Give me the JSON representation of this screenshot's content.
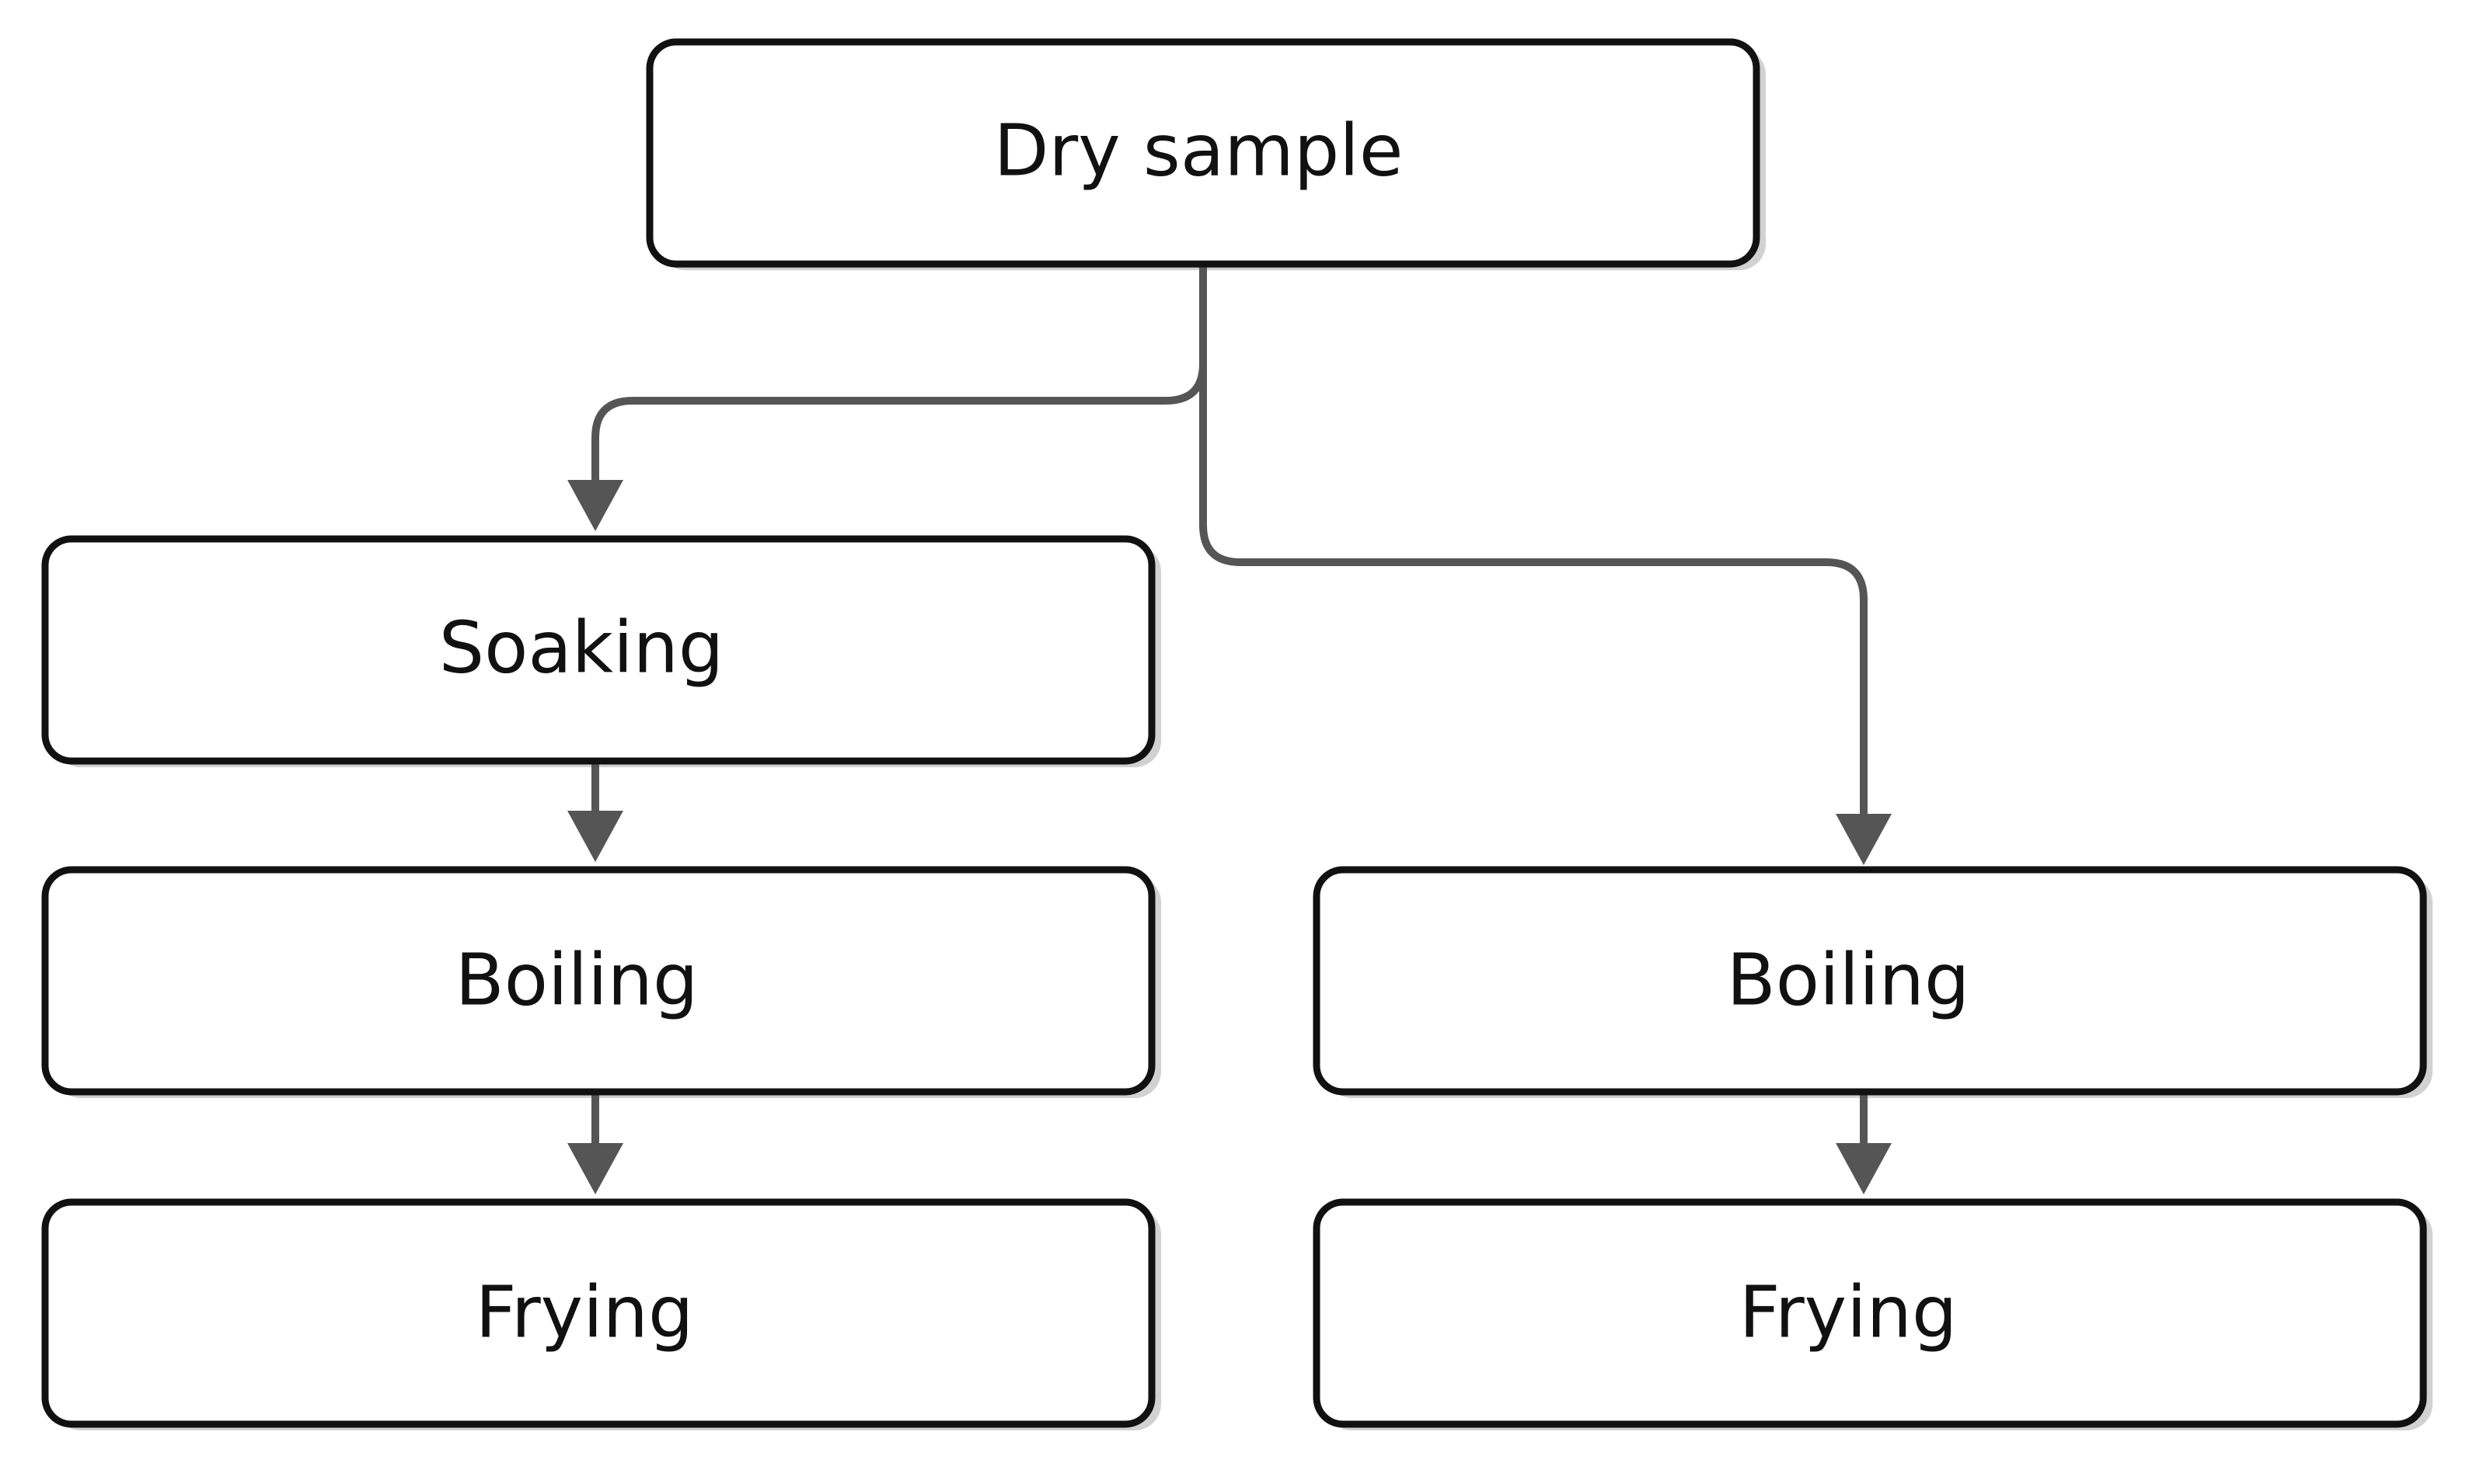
{
  "diagram": {
    "type": "flowchart",
    "nodes": [
      {
        "id": "dry-sample",
        "label": "Dry sample"
      },
      {
        "id": "soaking",
        "label": "Soaking"
      },
      {
        "id": "boiling-left",
        "label": "Boiling"
      },
      {
        "id": "frying-left",
        "label": "Frying"
      },
      {
        "id": "boiling-right",
        "label": "Boiling"
      },
      {
        "id": "frying-right",
        "label": "Frying"
      }
    ],
    "edges": [
      {
        "from": "dry-sample",
        "to": "soaking"
      },
      {
        "from": "soaking",
        "to": "boiling-left"
      },
      {
        "from": "boiling-left",
        "to": "frying-left"
      },
      {
        "from": "dry-sample",
        "to": "boiling-right"
      },
      {
        "from": "boiling-right",
        "to": "frying-right"
      }
    ],
    "colors": {
      "background": "#ffffff",
      "box_border": "#111111",
      "connector": "#555555",
      "text": "#111111"
    }
  }
}
